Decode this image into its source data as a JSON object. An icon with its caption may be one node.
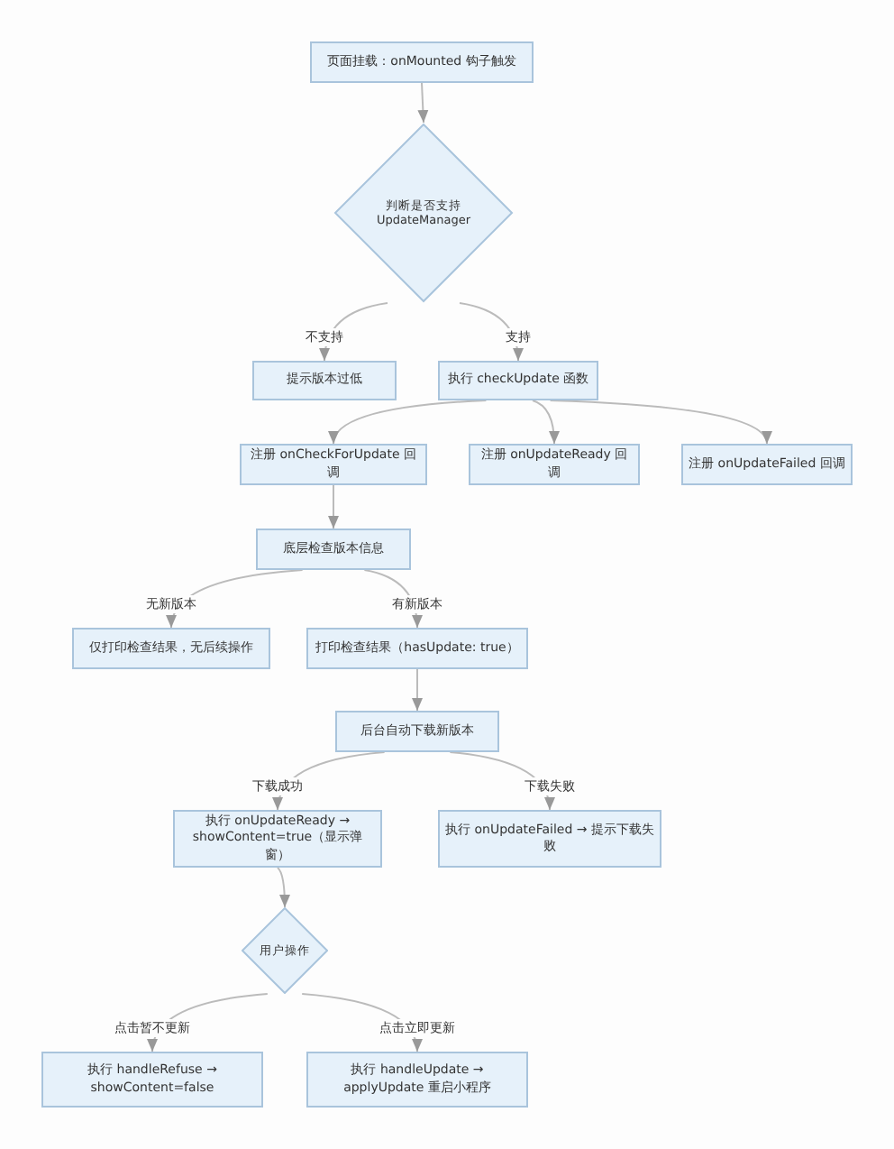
{
  "diagram": {
    "nodes": [
      {
        "text": [
          "页面挂载：onMounted 钩子触发"
        ]
      },
      {
        "text": [
          "判断是否支持 UpdateManager"
        ]
      },
      {
        "text": [
          "提示版本过低"
        ]
      },
      {
        "text": [
          "执行 checkUpdate 函数"
        ]
      },
      {
        "text": [
          "注册 onCheckForUpdate 回调"
        ]
      },
      {
        "text": [
          "注册 onUpdateReady 回调"
        ]
      },
      {
        "text": [
          "注册 onUpdateFailed 回调"
        ]
      },
      {
        "text": [
          "底层检查版本信息"
        ]
      },
      {
        "text": [
          "仅打印检查结果，无后续操作"
        ]
      },
      {
        "text": [
          "打印检查结果（hasUpdate: true）"
        ]
      },
      {
        "text": [
          "后台自动下载新版本"
        ]
      },
      {
        "text": [
          "执行 onUpdateReady → showContent=true（显示弹窗）"
        ]
      },
      {
        "text": [
          "执行 onUpdateFailed → 提示下载失败"
        ]
      },
      {
        "text": [
          "用户操作"
        ]
      },
      {
        "text": [
          "执行 handleRefuse → showContent=false"
        ]
      },
      {
        "text": [
          "执行 handleUpdate → applyUpdate 重启小程序"
        ]
      }
    ],
    "edges": [
      {
        "from": 0,
        "to": 1,
        "arrow": "to"
      },
      {
        "from": 1,
        "to": 2,
        "arrow": "to",
        "label": "不支持"
      },
      {
        "from": 1,
        "to": 3,
        "arrow": "to",
        "label": "支持"
      },
      {
        "from": 3,
        "to": 4,
        "arrow": "to"
      },
      {
        "from": 3,
        "to": 5,
        "arrow": "to"
      },
      {
        "from": 3,
        "to": 6,
        "arrow": "to"
      },
      {
        "from": 4,
        "to": 7,
        "arrow": "to"
      },
      {
        "from": 7,
        "to": 8,
        "arrow": "to",
        "label": "无新版本"
      },
      {
        "from": 7,
        "to": 9,
        "arrow": "to",
        "label": "有新版本"
      },
      {
        "from": 9,
        "to": 10,
        "arrow": "to"
      },
      {
        "from": 10,
        "to": 11,
        "arrow": "to",
        "label": "下载成功"
      },
      {
        "from": 10,
        "to": 12,
        "arrow": "to",
        "label": "下载失败"
      },
      {
        "from": 11,
        "to": 13,
        "arrow": "to"
      },
      {
        "from": 13,
        "to": 14,
        "arrow": "to",
        "label": "点击暂不更新"
      },
      {
        "from": 13,
        "to": 15,
        "arrow": "to",
        "label": "点击立即更新"
      }
    ]
  }
}
